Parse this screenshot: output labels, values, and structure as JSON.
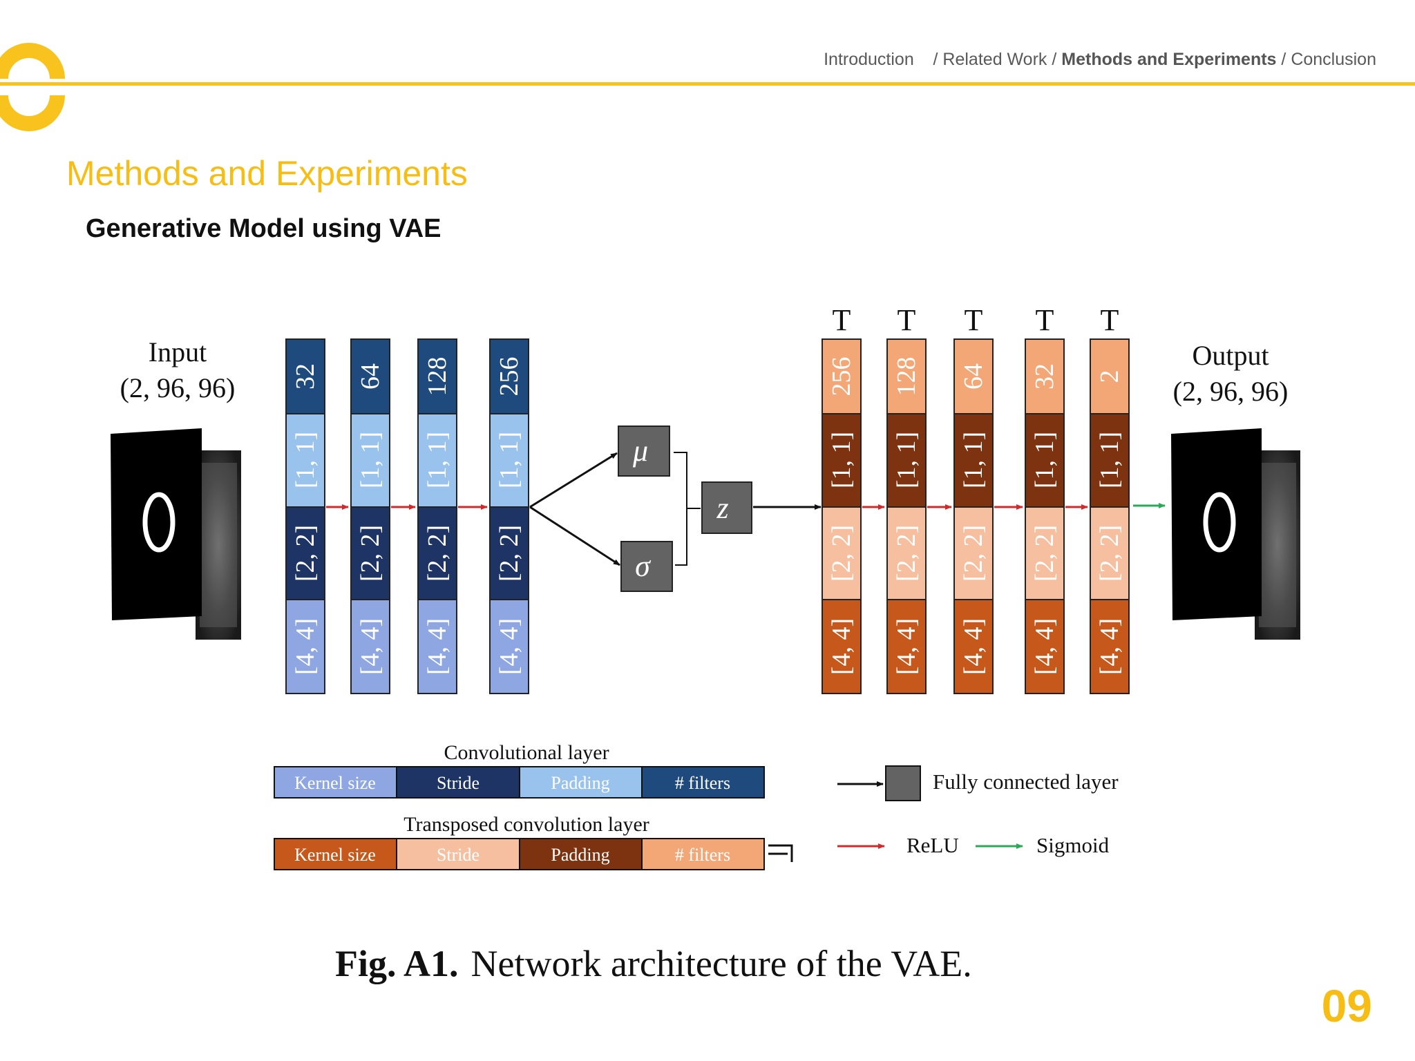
{
  "nav": {
    "items": [
      {
        "label": "Introduction",
        "active": false
      },
      {
        "label": "Related Work",
        "active": false
      },
      {
        "label": "Methods and Experiments",
        "active": true
      },
      {
        "label": "Conclusion",
        "active": false
      }
    ],
    "separator": " / "
  },
  "title": "Methods and Experiments",
  "subtitle": "Generative Model using VAE",
  "page_number": "09",
  "colors": {
    "accent": "#f7c31c",
    "kernel_blue": "#8ea7e2",
    "stride_blue": "#1e3465",
    "padding_blue": "#99c3ec",
    "filters_blue": "#1f4a7e",
    "kernel_orange": "#c7581c",
    "stride_orange": "#f6c0a0",
    "padding_orange": "#7d3210",
    "filters_orange": "#f3a776",
    "fc_gray": "#636363",
    "relu": "#d12a2a",
    "sigmoid": "#2aaa55"
  },
  "diagram": {
    "input_label": "Input",
    "input_shape": "(2, 96, 96)",
    "output_label": "Output",
    "output_shape": "(2, 96, 96)",
    "encoder": [
      {
        "filters": "32",
        "padding": "[1, 1]",
        "stride": "[2, 2]",
        "kernel": "[4, 4]"
      },
      {
        "filters": "64",
        "padding": "[1, 1]",
        "stride": "[2, 2]",
        "kernel": "[4, 4]"
      },
      {
        "filters": "128",
        "padding": "[1, 1]",
        "stride": "[2, 2]",
        "kernel": "[4, 4]"
      },
      {
        "filters": "256",
        "padding": "[1, 1]",
        "stride": "[2, 2]",
        "kernel": "[4, 4]"
      }
    ],
    "latent": {
      "mu": "μ",
      "sigma": "σ",
      "z": "z"
    },
    "transpose_mark": "T",
    "decoder": [
      {
        "filters": "256",
        "padding": "[1, 1]",
        "stride": "[2, 2]",
        "kernel": "[4, 4]"
      },
      {
        "filters": "128",
        "padding": "[1, 1]",
        "stride": "[2, 2]",
        "kernel": "[4, 4]"
      },
      {
        "filters": "64",
        "padding": "[1, 1]",
        "stride": "[2, 2]",
        "kernel": "[4, 4]"
      },
      {
        "filters": "32",
        "padding": "[1, 1]",
        "stride": "[2, 2]",
        "kernel": "[4, 4]"
      },
      {
        "filters": "2",
        "padding": "[1, 1]",
        "stride": "[2, 2]",
        "kernel": "[4, 4]"
      }
    ],
    "legend": {
      "conv_title": "Convolutional layer",
      "tconv_title": "Transposed convolution layer",
      "cells": [
        "Kernel size",
        "Stride",
        "Padding",
        "# filters"
      ],
      "fc_label": "Fully connected layer",
      "relu_label": "ReLU",
      "sigmoid_label": "Sigmoid"
    },
    "caption_prefix": "Fig. A1.",
    "caption_text": "Network architecture of the VAE."
  }
}
